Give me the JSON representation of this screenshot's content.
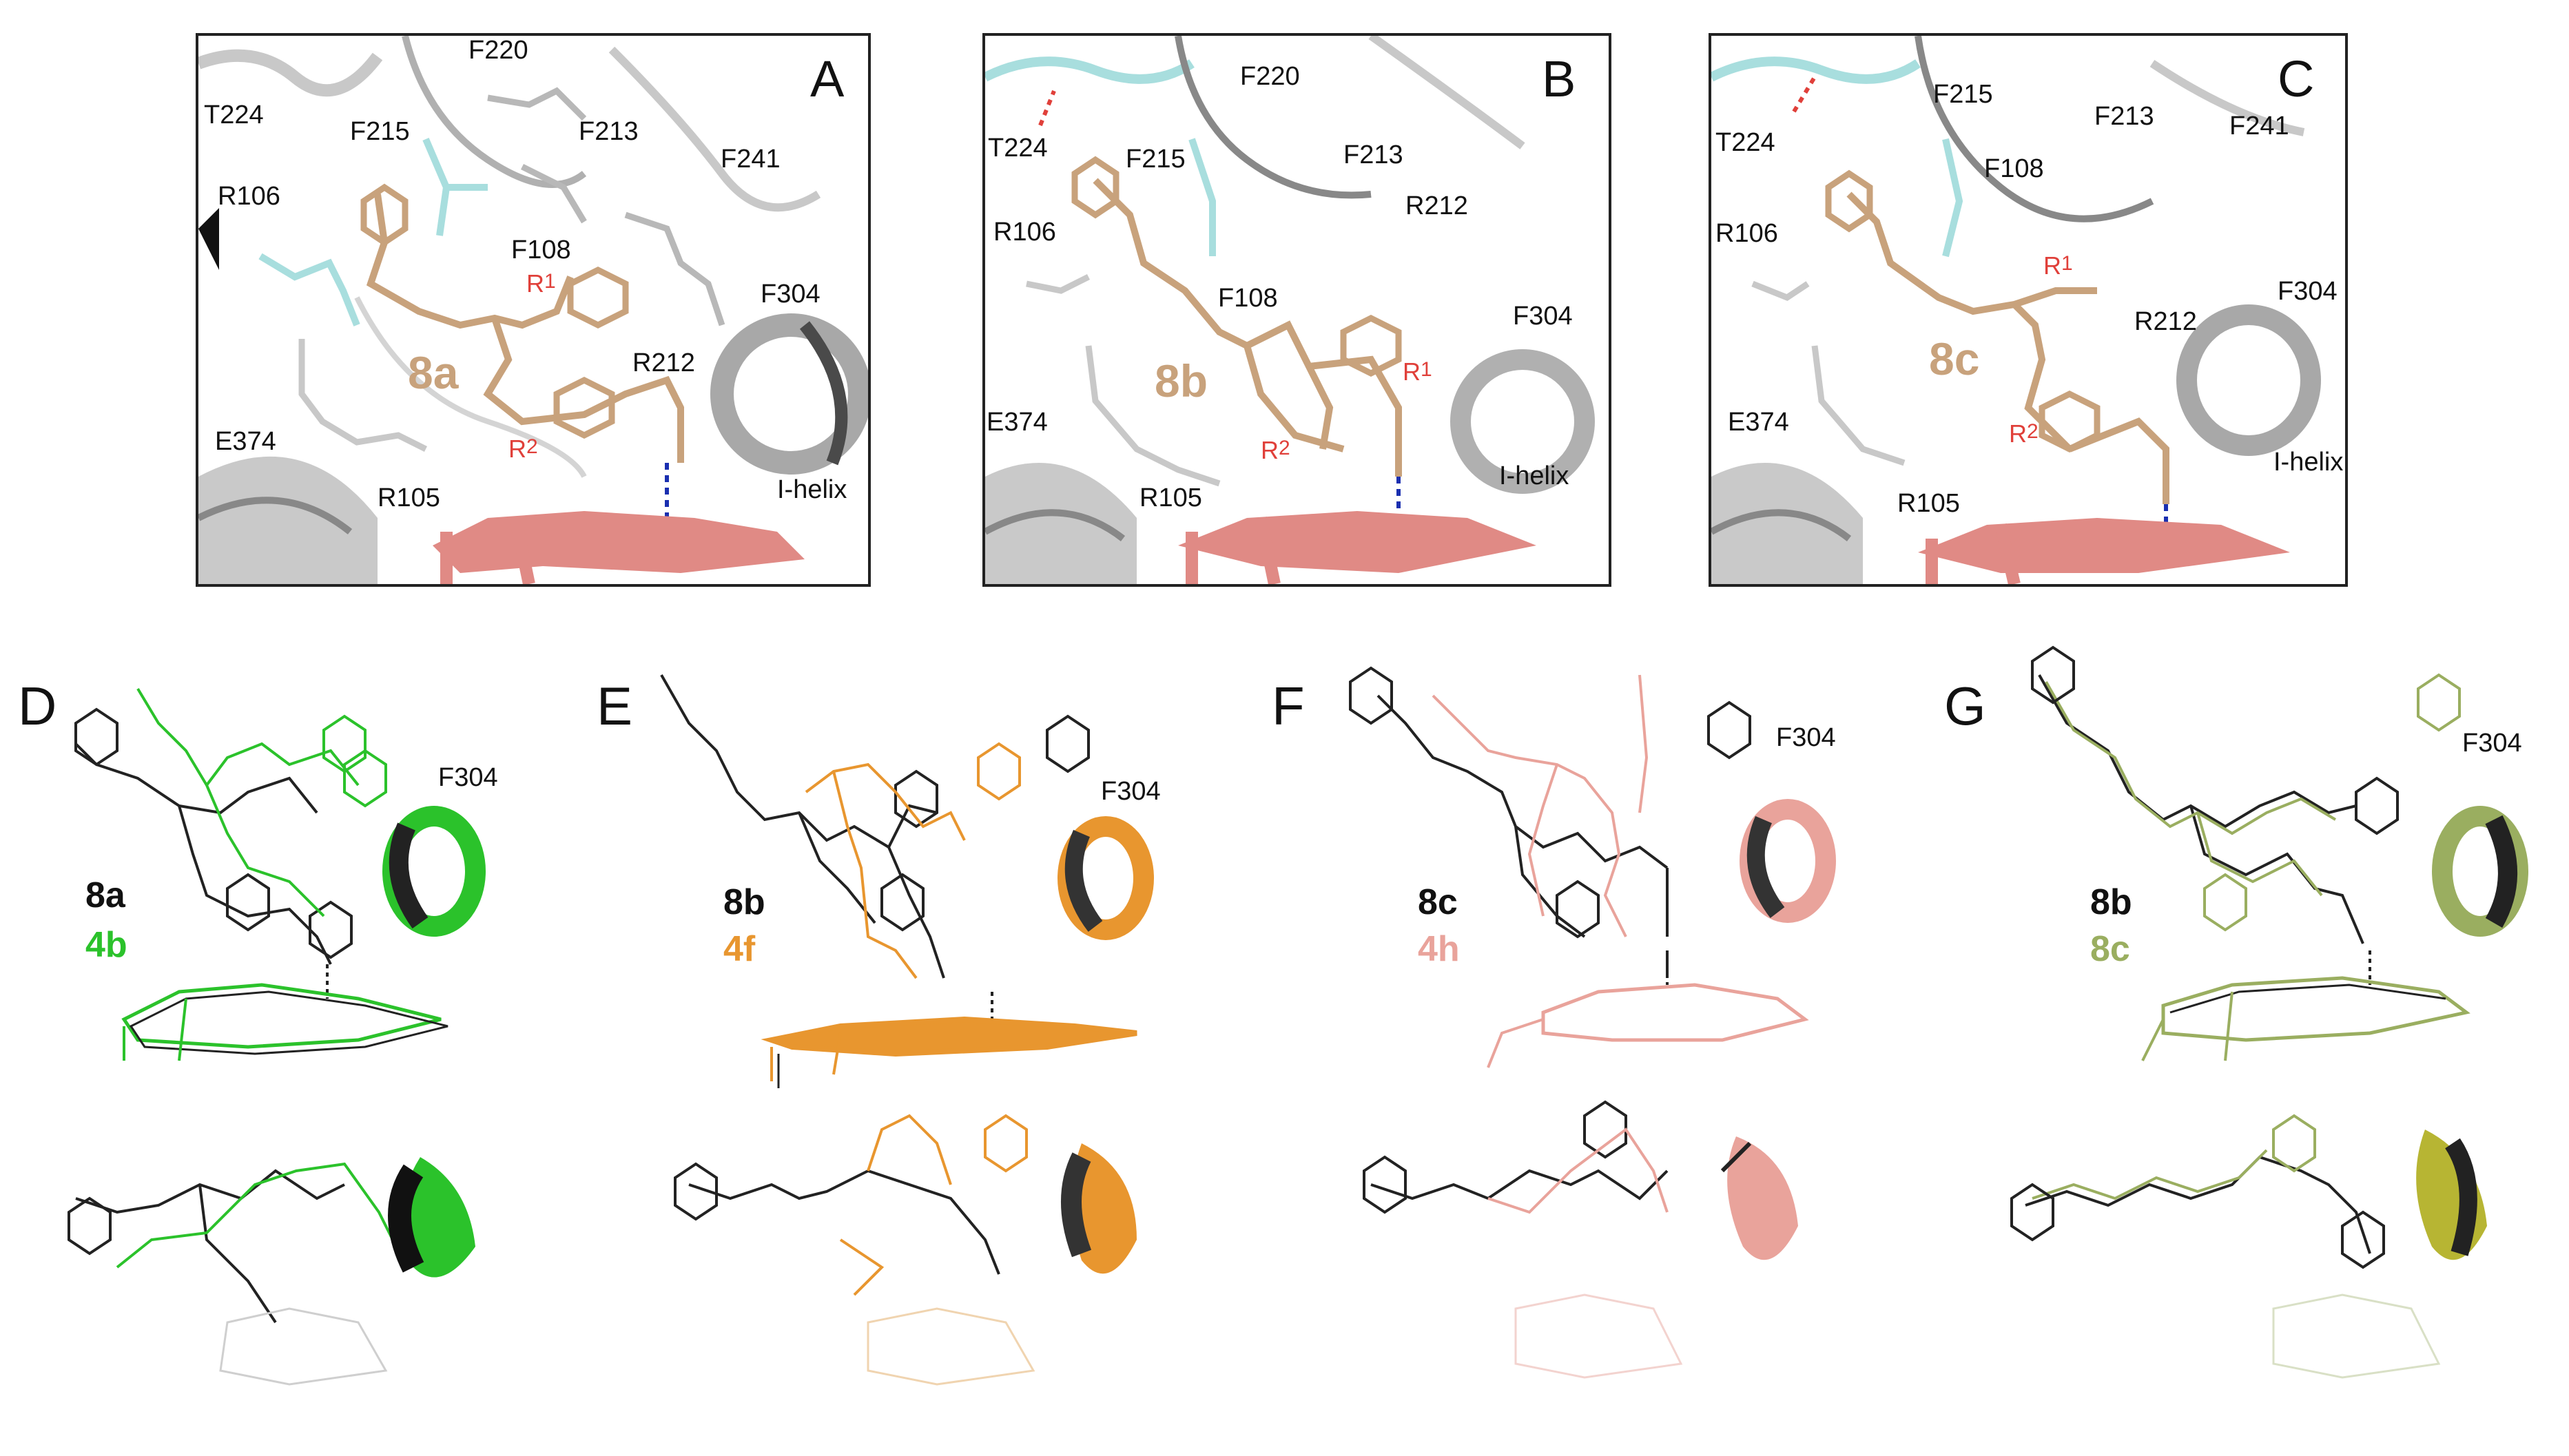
{
  "colors": {
    "ligand": "#c8a27c",
    "heme": "#e08a85",
    "cyan_residue": "#a8dede",
    "gray_residue": "#b8b8b8",
    "red_label": "#e0403a",
    "hbond_red": "#e0403a",
    "coord_blue": "#1a2fb0",
    "d_green": "#2bc22b",
    "e_orange": "#e8962f",
    "f_pink": "#e9a39b",
    "g_olive": "#9aae60",
    "black": "#222222"
  },
  "panel_a": {
    "letter": "A",
    "ligand": "8a",
    "residues": [
      "T224",
      "F220",
      "F215",
      "F213",
      "F241",
      "R106",
      "F108",
      "F304",
      "R212",
      "E374",
      "R105"
    ],
    "helix": "I-helix",
    "r1": "R",
    "r1_sub": "1",
    "r2": "R",
    "r2_sub": "2"
  },
  "panel_b": {
    "letter": "B",
    "ligand": "8b",
    "residues": [
      "F220",
      "T224",
      "F215",
      "F213",
      "R212",
      "R106",
      "F108",
      "F304",
      "E374",
      "R105"
    ],
    "helix": "I-helix",
    "r1": "R",
    "r1_sub": "1",
    "r2": "R",
    "r2_sub": "2"
  },
  "panel_c": {
    "letter": "C",
    "ligand": "8c",
    "residues": [
      "T224",
      "F215",
      "F213",
      "F241",
      "F108",
      "R106",
      "R212",
      "F304",
      "E374",
      "R105"
    ],
    "helix": "I-helix",
    "r1": "R",
    "r1_sub": "1",
    "r2": "R",
    "r2_sub": "2"
  },
  "panel_d": {
    "letter": "D",
    "residue": "F304",
    "compound_a": "8a",
    "compound_b": "4b"
  },
  "panel_e": {
    "letter": "E",
    "residue": "F304",
    "compound_a": "8b",
    "compound_b": "4f"
  },
  "panel_f": {
    "letter": "F",
    "residue": "F304",
    "compound_a": "8c",
    "compound_b": "4h"
  },
  "panel_g": {
    "letter": "G",
    "residue": "F304",
    "compound_a": "8b",
    "compound_b": "8c"
  }
}
